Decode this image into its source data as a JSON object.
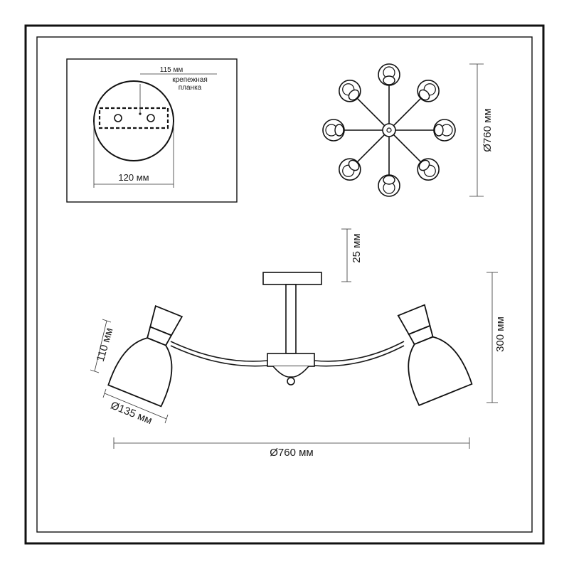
{
  "mount_detail": {
    "bar_dimension": "115 мм",
    "bar_label_line1": "крепежная",
    "bar_label_line2": "планка",
    "canopy_dimension": "120 мм"
  },
  "top_view": {
    "arm_count": 8,
    "diameter": "Ø760 мм"
  },
  "side_view": {
    "canopy_height": "25 мм",
    "total_height": "300 мм",
    "shade_height": "110 мм",
    "shade_diameter": "Ø135 мм",
    "total_width": "Ø760 мм"
  }
}
